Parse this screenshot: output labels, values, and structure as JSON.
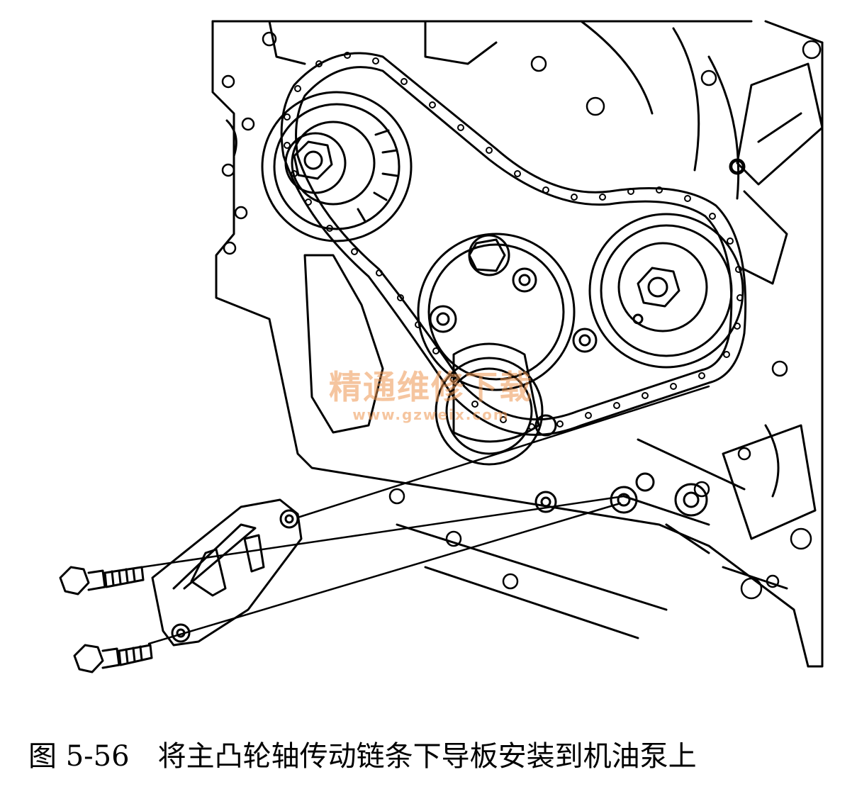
{
  "figure": {
    "caption_number": "图 5-56",
    "caption_text": "将主凸轮轴传动链条下导板安装到机油泵上"
  },
  "watermark": {
    "text": "精通维修下载",
    "url": "www.gzweix.com"
  },
  "colors": {
    "line": "#000000",
    "background": "#ffffff",
    "watermark": "#ec9650"
  }
}
